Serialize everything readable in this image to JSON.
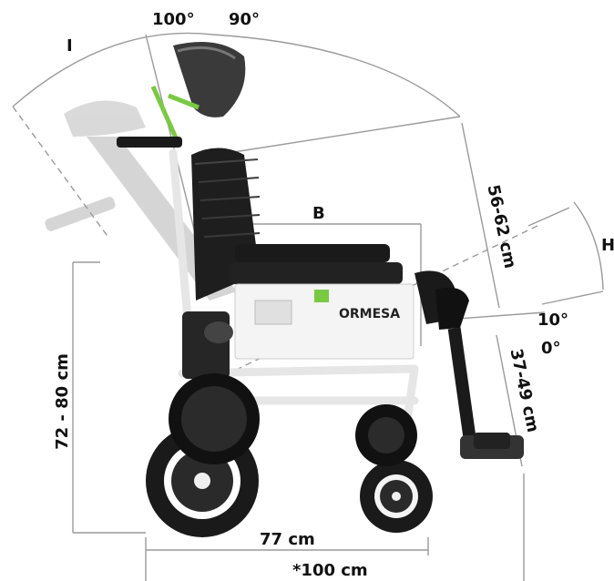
{
  "image": {
    "subject": "wheelchair-dimension-illustration",
    "brand_label": "ORMESA",
    "colors": {
      "frame": "#f2f2f2",
      "seat": "#1a1a1a",
      "accent_green": "#7ac943",
      "dimension_line": "#9a9a9a",
      "text": "#111111"
    }
  },
  "labels": {
    "angle_100": "100°",
    "angle_90": "90°",
    "angle_i": "I",
    "seat_b": "B",
    "tilt_h": "H",
    "back_height": "56-62 cm",
    "angle_10": "10°",
    "angle_0": "0°",
    "leg_length": "37-49 cm",
    "total_height": "72 - 80 cm",
    "wheelbase": "77 cm",
    "total_length": "*100 cm"
  }
}
